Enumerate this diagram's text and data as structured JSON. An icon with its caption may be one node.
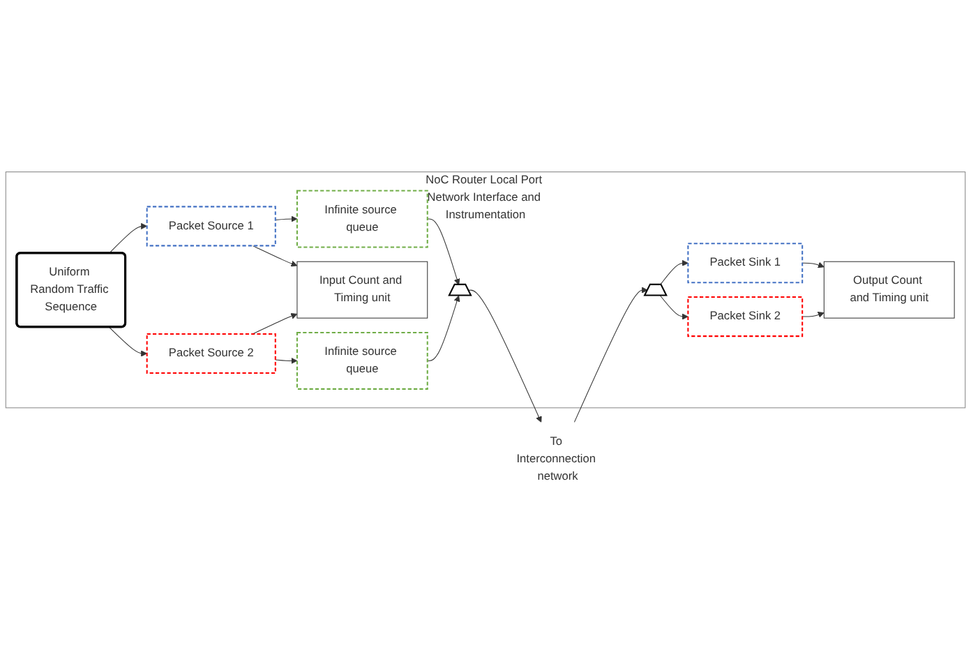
{
  "diagram": {
    "nodes": [
      {
        "text": [
          "NoC Router Local Port Network Interface and Instrumentation"
        ]
      },
      {
        "text": [
          "Uniform Random Traffic Sequence"
        ],
        "in": 0
      },
      {
        "text": [
          "Input Count and Timing unit"
        ],
        "in": 0
      },
      {
        "text": [
          "Packet Source 1"
        ],
        "in": 0
      },
      {
        "text": [
          "Packet Source 2"
        ],
        "in": 0
      },
      {
        "text": [
          "Infinite source queue"
        ],
        "in": 0
      },
      {
        "text": [
          "Infinite source queue"
        ],
        "in": 0
      },
      {
        "text": [],
        "shape": "trapezoid",
        "in": 0
      },
      {
        "text": [
          "Output Count and Timing unit"
        ],
        "in": 0
      },
      {
        "text": [
          "Packet Sink 1"
        ],
        "in": 0
      },
      {
        "text": [
          "Packet Sink 2"
        ],
        "in": 0
      },
      {
        "text": [],
        "shape": "trapezoid",
        "in": 0
      },
      {
        "text": [
          "To Interconnection network"
        ]
      }
    ],
    "edges": [
      {
        "from": 1,
        "to": 3,
        "arrow": "to"
      },
      {
        "from": 1,
        "to": 4,
        "arrow": "to"
      },
      {
        "from": 3,
        "to": 2,
        "arrow": "to"
      },
      {
        "from": 4,
        "to": 2,
        "arrow": "to"
      },
      {
        "from": 3,
        "to": 5,
        "arrow": "to"
      },
      {
        "from": 4,
        "to": 6,
        "arrow": "to"
      },
      {
        "from": 5,
        "to": 7,
        "arrow": "to"
      },
      {
        "from": 6,
        "to": 7,
        "arrow": "to"
      },
      {
        "from": 7,
        "to": 12,
        "arrow": "to"
      },
      {
        "from": 12,
        "to": 11,
        "arrow": "to"
      },
      {
        "from": 11,
        "to": 9,
        "arrow": "to"
      },
      {
        "from": 11,
        "to": 10,
        "arrow": "to"
      },
      {
        "from": 9,
        "to": 8,
        "arrow": "to"
      },
      {
        "from": 10,
        "to": 8,
        "arrow": "to"
      }
    ]
  }
}
